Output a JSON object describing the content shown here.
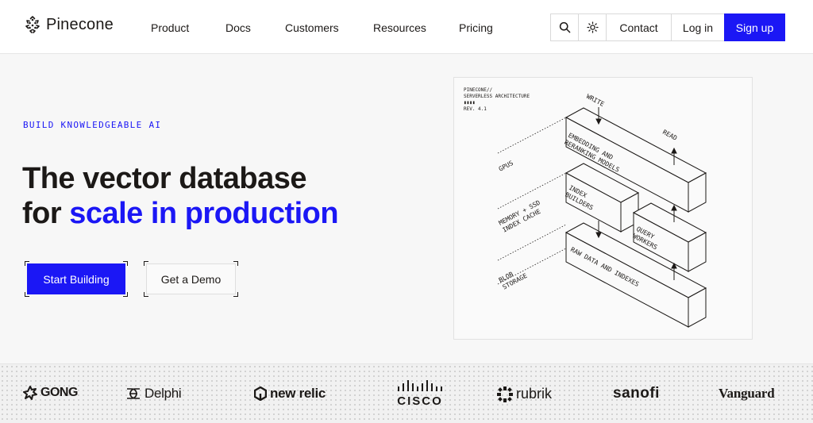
{
  "header": {
    "logo_text": "Pinecone",
    "nav": [
      "Product",
      "Docs",
      "Customers",
      "Resources",
      "Pricing"
    ],
    "search_icon": "search-icon",
    "theme_icon": "sun-icon",
    "contact": "Contact",
    "login": "Log in",
    "signup": "Sign up"
  },
  "hero": {
    "eyebrow": "BUILD KNOWLEDGEABLE AI",
    "headline_line1": "The vector database",
    "headline_line2_prefix": "for ",
    "headline_line2_accent": "scale in production",
    "primary_button": "Start Building",
    "secondary_button": "Get a Demo"
  },
  "diagram": {
    "header_lines": [
      "PINECONE//",
      "SERVERLESS ARCHITECTURE",
      "▮▮▮▮",
      "REV. 4.1"
    ],
    "write": "WRITE",
    "read": "READ",
    "layer_labels": [
      "GPUS",
      "MEMORY + SSD",
      "INDEX CACHE",
      "BLOB",
      "STORAGE"
    ],
    "boxes": {
      "embedding": [
        "EMBEDDING AND",
        "RERANKING MODELS"
      ],
      "index_builders": [
        "INDEX",
        "BUILDERS"
      ],
      "query_workers": [
        "QUERY",
        "WORKERS"
      ],
      "raw_data": [
        "RAW DATA AND INDEXES"
      ]
    }
  },
  "logos": [
    "GONG",
    "Delphi",
    "new relic",
    "cisco",
    "rubrik",
    "sanofi",
    "Vanguard"
  ],
  "colors": {
    "accent": "#1b17f5",
    "text": "#1c1917"
  }
}
